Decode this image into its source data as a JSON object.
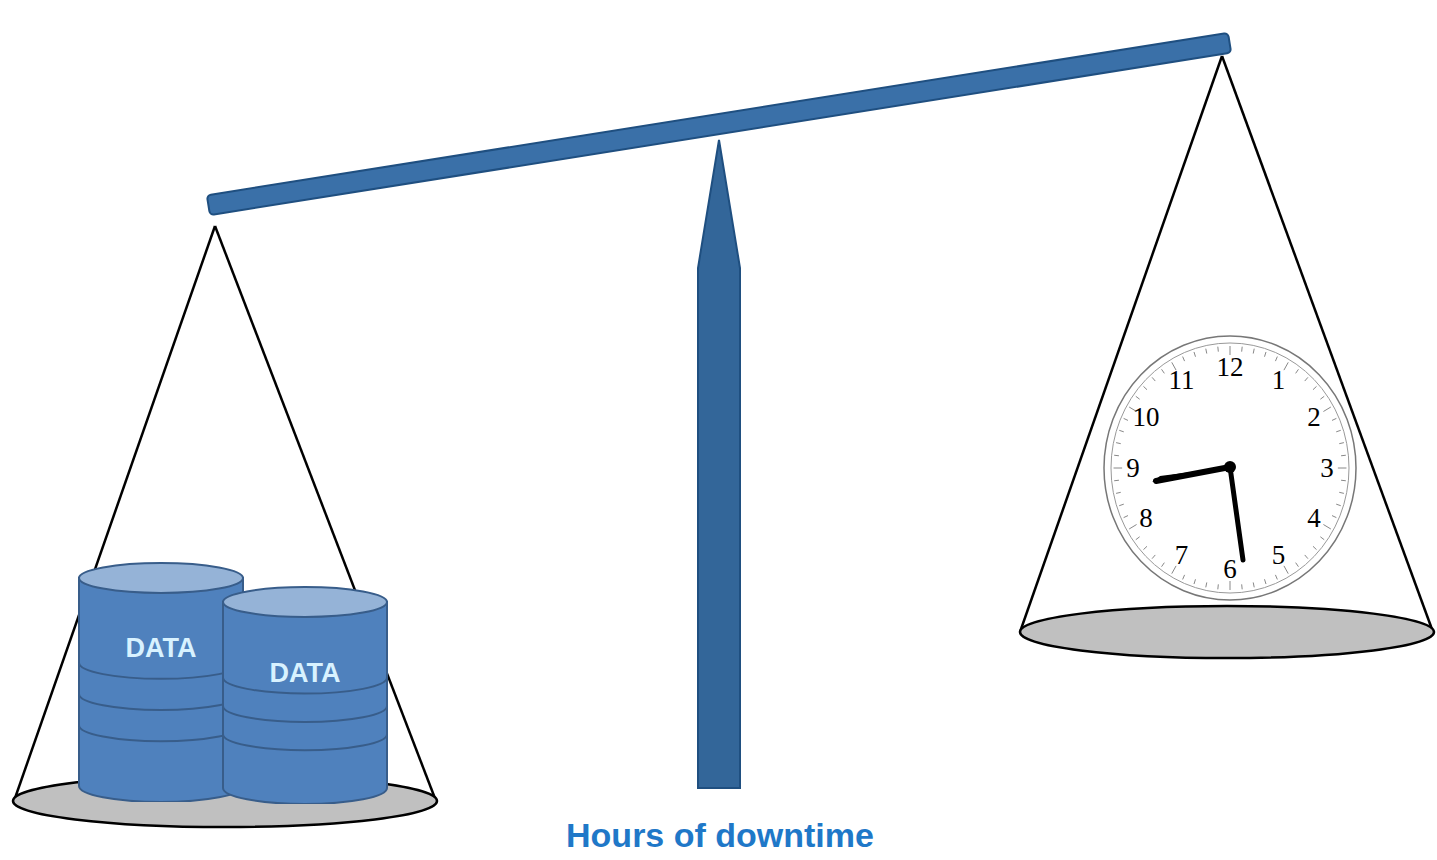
{
  "diagram": {
    "nodes": [
      {
        "text": [
          "DATA"
        ]
      },
      {
        "text": [
          "DATA"
        ]
      }
    ],
    "labels": [
      "Hours of downtime",
      "12",
      "1",
      "2",
      "3",
      "4",
      "5",
      "6",
      "7",
      "8",
      "9",
      "10",
      "11"
    ]
  }
}
